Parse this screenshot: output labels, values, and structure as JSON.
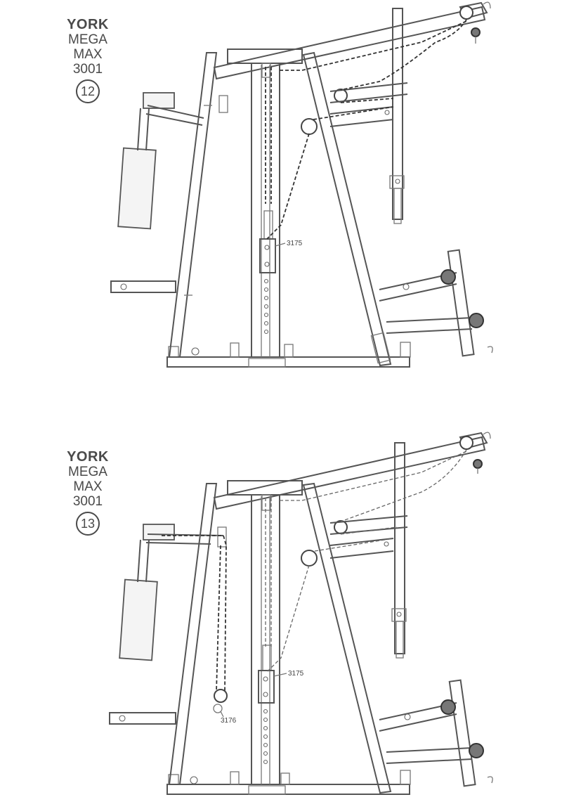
{
  "panels": [
    {
      "brand_line1": "YORK",
      "brand_line2": "MEGA",
      "brand_line3": "MAX",
      "brand_line4": "3001",
      "step_number": "12",
      "part_labels": [
        "3175"
      ]
    },
    {
      "brand_line1": "YORK",
      "brand_line2": "MEGA",
      "brand_line3": "MAX",
      "brand_line4": "3001",
      "step_number": "13",
      "part_labels": [
        "3175",
        "3176"
      ]
    }
  ]
}
